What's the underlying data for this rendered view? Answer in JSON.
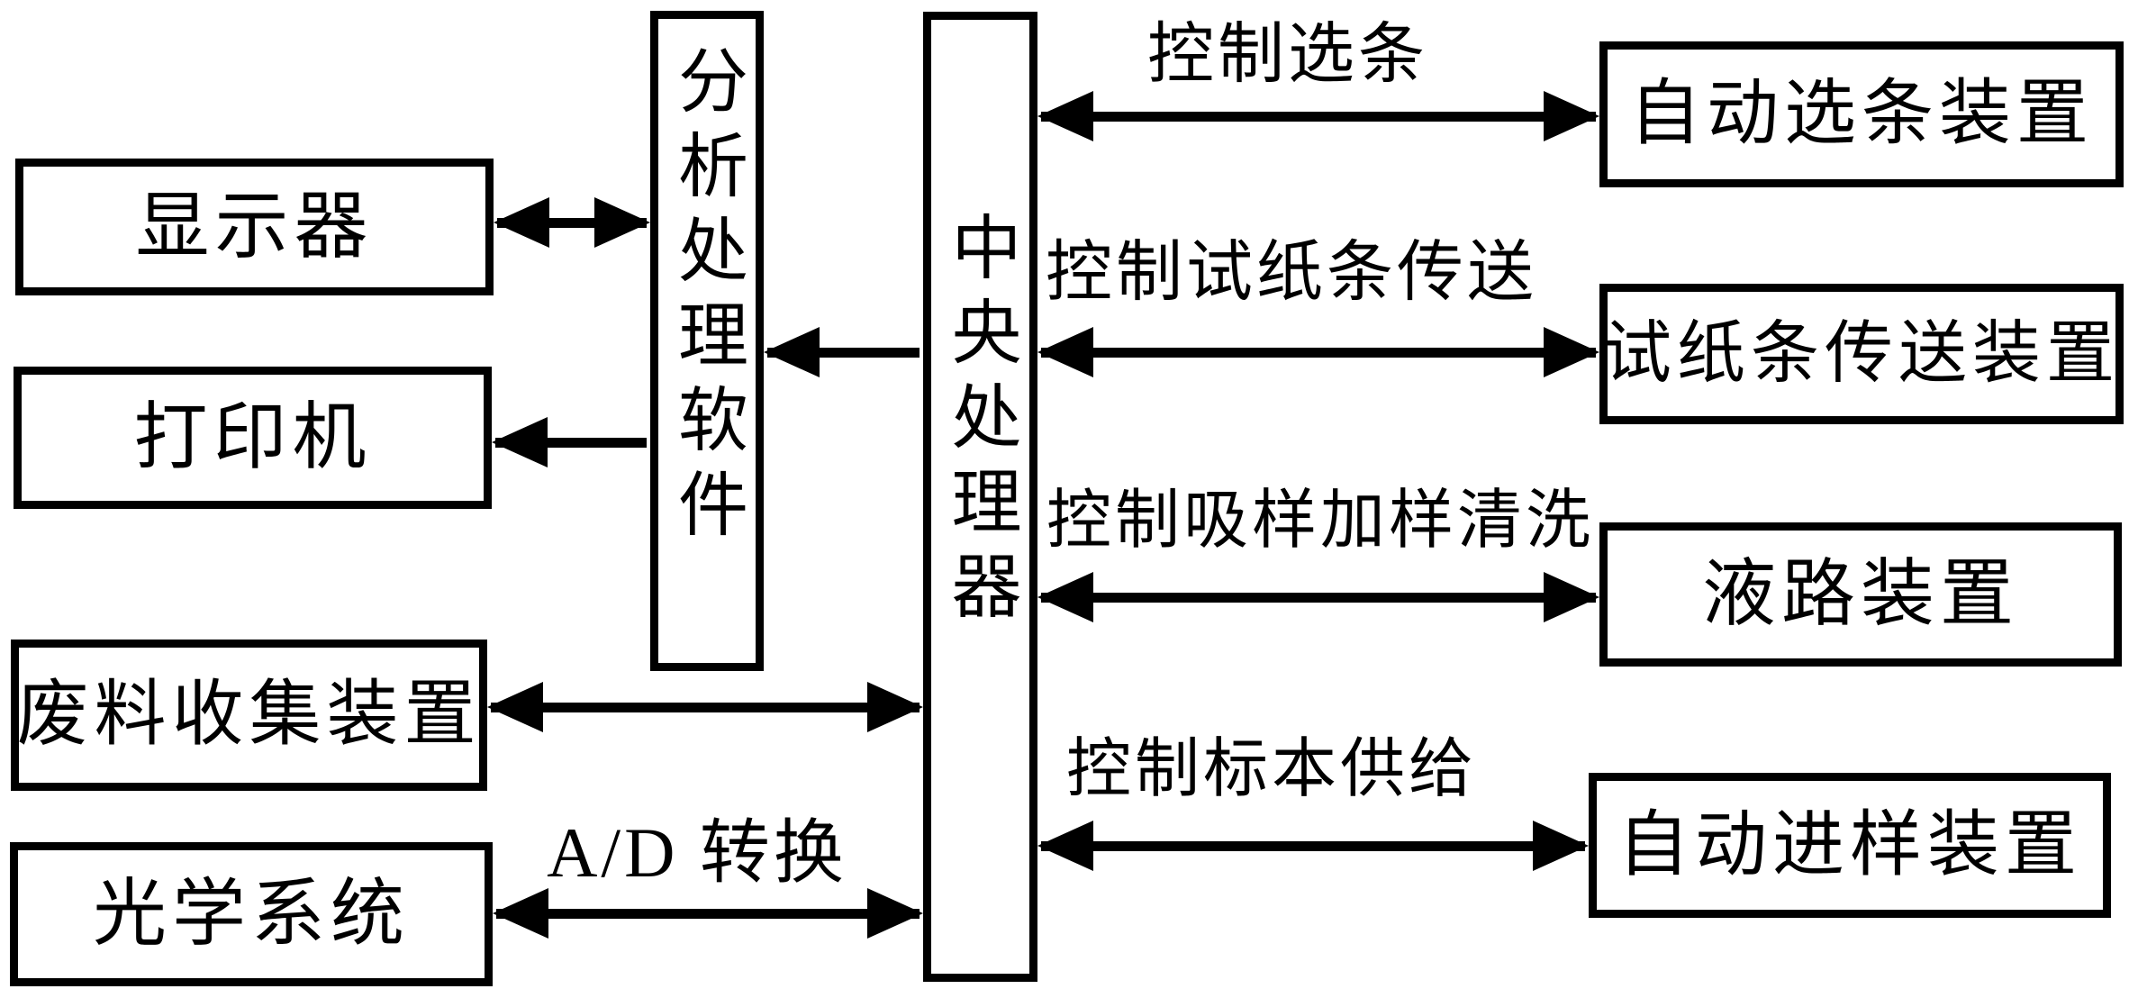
{
  "colors": {
    "ink": "#000000",
    "background": "#ffffff"
  },
  "diagram": {
    "type": "block-diagram",
    "nodes": [
      {
        "id": "display",
        "label": "显示器",
        "orientation": "horizontal"
      },
      {
        "id": "printer",
        "label": "打印机",
        "orientation": "horizontal"
      },
      {
        "id": "waste",
        "label": "废料收集装置",
        "orientation": "horizontal"
      },
      {
        "id": "optical",
        "label": "光学系统",
        "orientation": "horizontal"
      },
      {
        "id": "software",
        "label": "分析处理软件",
        "orientation": "vertical"
      },
      {
        "id": "cpu",
        "label": "中央处理器",
        "orientation": "vertical"
      },
      {
        "id": "strip-select",
        "label": "自动选条装置",
        "orientation": "horizontal"
      },
      {
        "id": "strip-transport",
        "label": "试纸条传送装置",
        "orientation": "horizontal"
      },
      {
        "id": "fluid",
        "label": "液路装置",
        "orientation": "horizontal"
      },
      {
        "id": "sampler",
        "label": "自动进样装置",
        "orientation": "horizontal"
      }
    ],
    "edges": [
      {
        "from": "display",
        "to": "software",
        "direction": "both",
        "label": ""
      },
      {
        "from": "software",
        "to": "printer",
        "direction": "one",
        "label": ""
      },
      {
        "from": "cpu",
        "to": "software",
        "direction": "one",
        "label": ""
      },
      {
        "from": "waste",
        "to": "cpu",
        "direction": "both",
        "label": ""
      },
      {
        "from": "optical",
        "to": "cpu",
        "direction": "both",
        "label": "A/D 转换"
      },
      {
        "from": "cpu",
        "to": "strip-select",
        "direction": "both",
        "label": "控制选条"
      },
      {
        "from": "cpu",
        "to": "strip-transport",
        "direction": "both",
        "label": "控制试纸条传送"
      },
      {
        "from": "cpu",
        "to": "fluid",
        "direction": "both",
        "label": "控制吸样加样清洗"
      },
      {
        "from": "cpu",
        "to": "sampler",
        "direction": "both",
        "label": "控制标本供给"
      }
    ]
  }
}
